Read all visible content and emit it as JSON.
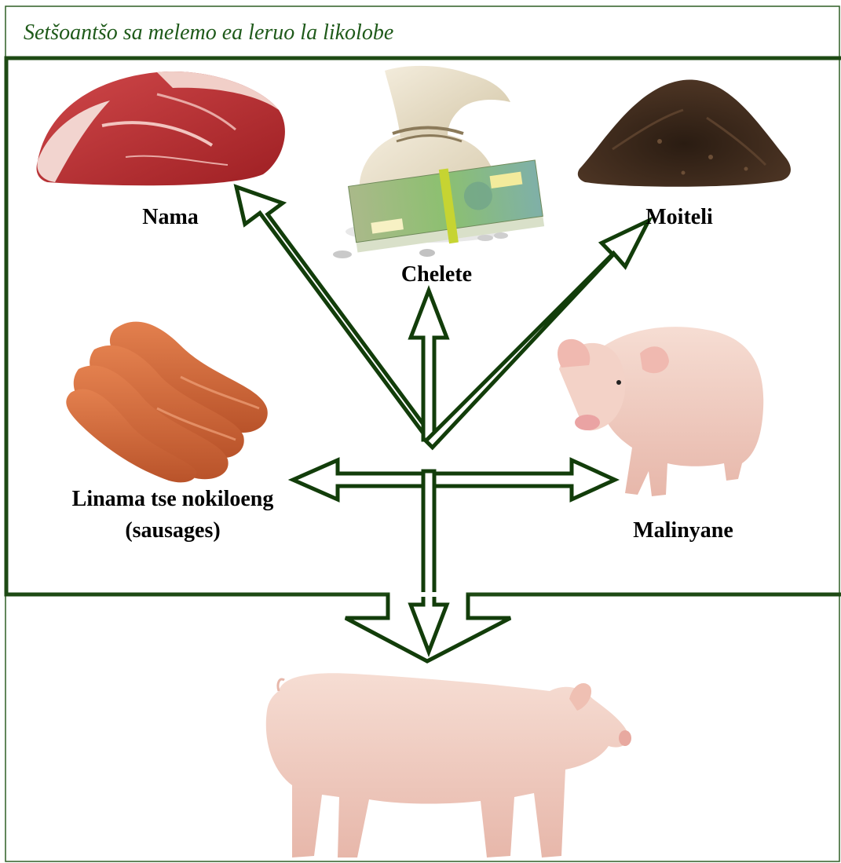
{
  "caption": "Setšoantšo sa melemo ea leruo la likolobe",
  "products": {
    "meat": "Nama",
    "money": "Chelete",
    "manure": "Moiteli",
    "sausages_line1": "Linama tse nokiloeng",
    "sausages_line2": "(sausages)",
    "piglets": "Malinyane"
  },
  "colors": {
    "frame": "#1e4a14",
    "arrow": "#123d0a",
    "caption": "#1f5a1a"
  }
}
